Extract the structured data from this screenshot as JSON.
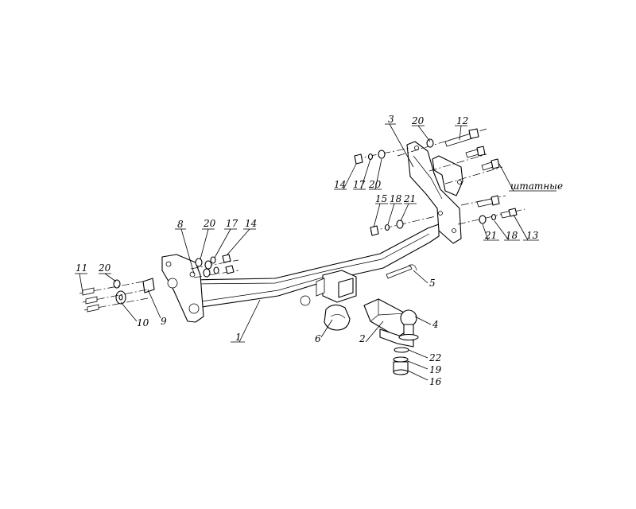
{
  "diagram": {
    "callouts": [
      {
        "id": "c1",
        "text": "1"
      },
      {
        "id": "c2",
        "text": "2"
      },
      {
        "id": "c3",
        "text": "3"
      },
      {
        "id": "c4",
        "text": "4"
      },
      {
        "id": "c5",
        "text": "5"
      },
      {
        "id": "c6",
        "text": "6"
      },
      {
        "id": "c8",
        "text": "8"
      },
      {
        "id": "c9",
        "text": "9"
      },
      {
        "id": "c10",
        "text": "10"
      },
      {
        "id": "c11",
        "text": "11"
      },
      {
        "id": "c12",
        "text": "12"
      },
      {
        "id": "c13",
        "text": "13"
      },
      {
        "id": "c14a",
        "text": "14"
      },
      {
        "id": "c14b",
        "text": "14"
      },
      {
        "id": "c15",
        "text": "15"
      },
      {
        "id": "c16",
        "text": "16"
      },
      {
        "id": "c17a",
        "text": "17"
      },
      {
        "id": "c17b",
        "text": "17"
      },
      {
        "id": "c18a",
        "text": "18"
      },
      {
        "id": "c18b",
        "text": "18"
      },
      {
        "id": "c19",
        "text": "19"
      },
      {
        "id": "c20a",
        "text": "20"
      },
      {
        "id": "c20b",
        "text": "20"
      },
      {
        "id": "c20c",
        "text": "20"
      },
      {
        "id": "c20d",
        "text": "20"
      },
      {
        "id": "c21a",
        "text": "21"
      },
      {
        "id": "c21b",
        "text": "21"
      },
      {
        "id": "c22",
        "text": "22"
      }
    ],
    "note": "штатные"
  }
}
